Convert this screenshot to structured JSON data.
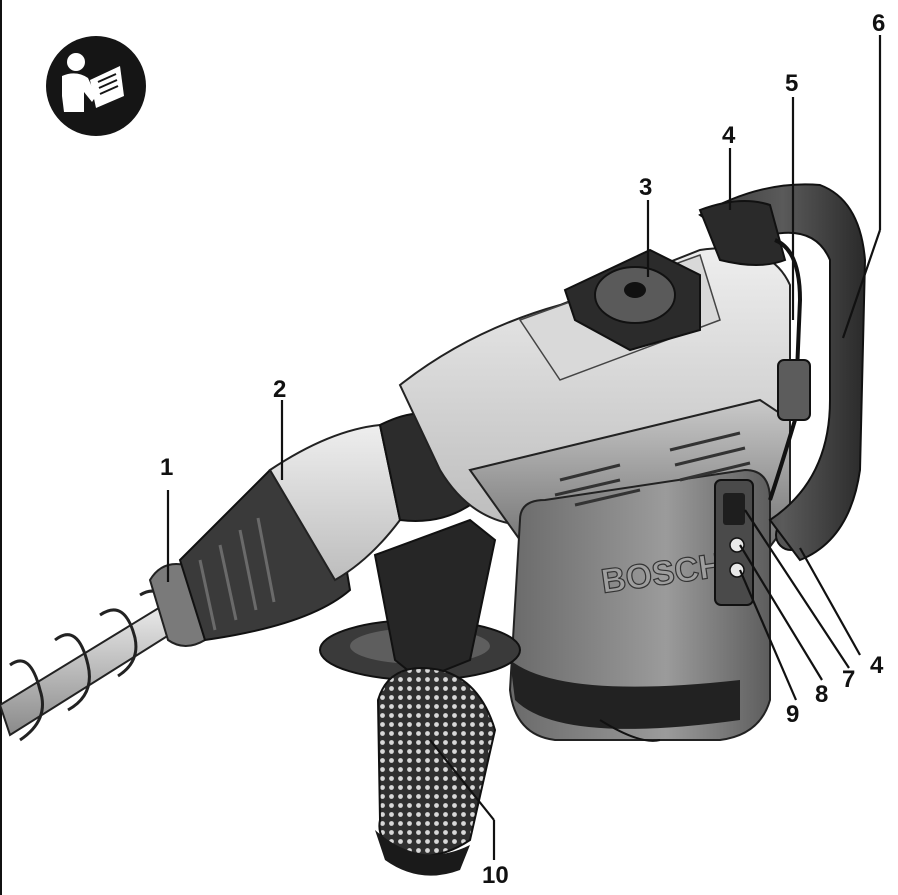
{
  "brand": {
    "logo_text": "BOSCH"
  },
  "callouts": {
    "c1": "1",
    "c2": "2",
    "c3": "3",
    "c4_top": "4",
    "c5": "5",
    "c6": "6",
    "c4_right": "4",
    "c7": "7",
    "c8": "8",
    "c9": "9",
    "c10": "10"
  },
  "icons": {
    "manual": "read-manual-icon"
  }
}
